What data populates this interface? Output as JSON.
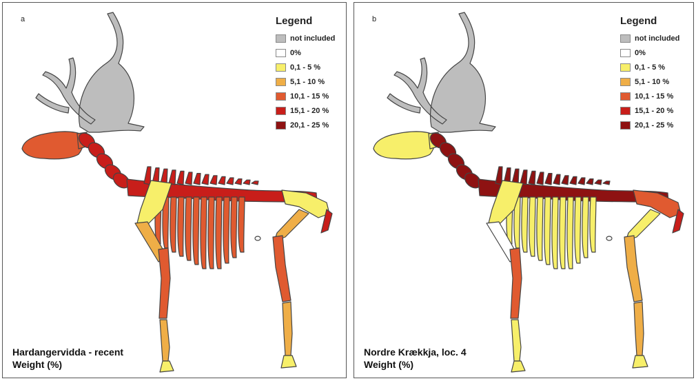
{
  "legend": {
    "title": "Legend",
    "items": [
      {
        "label": "not included",
        "color": "#bdbdbd"
      },
      {
        "label": "0%",
        "color": "#ffffff"
      },
      {
        "label": "0,1 - 5 %",
        "color": "#f7ef6a"
      },
      {
        "label": "5,1 - 10 %",
        "color": "#efae47"
      },
      {
        "label": "10,1 - 15 %",
        "color": "#e05a30"
      },
      {
        "label": "15,1 - 20 %",
        "color": "#c81e1a"
      },
      {
        "label": "20,1 - 25 %",
        "color": "#8e1212"
      }
    ]
  },
  "panels": [
    {
      "letter": "a",
      "caption_line1": "Hardangervidda - recent",
      "caption_line2": "Weight (%)",
      "bone_colors": {
        "antler": "#bdbdbd",
        "skull": "#e05a30",
        "atlas": "#e05a30",
        "neck": "#c81e1a",
        "spine": "#c81e1a",
        "scapula": "#f7ef6a",
        "ribs": "#e05a30",
        "pelvis": "#f7ef6a",
        "humerus": "#efae47",
        "radius": "#e05a30",
        "metacarpal": "#efae47",
        "front_foot": "#f7ef6a",
        "femur": "#efae47",
        "tibia": "#e05a30",
        "metatarsal": "#efae47",
        "hind_foot": "#f7ef6a",
        "sternum": "#ffffff",
        "tail": "#c81e1a"
      }
    },
    {
      "letter": "b",
      "caption_line1": "Nordre Krækkja, loc. 4",
      "caption_line2": "Weight (%)",
      "bone_colors": {
        "antler": "#bdbdbd",
        "skull": "#f7ef6a",
        "atlas": "#f7ef6a",
        "neck": "#8e1212",
        "spine": "#8e1212",
        "scapula": "#f7ef6a",
        "ribs": "#f7ef6a",
        "pelvis": "#e05a30",
        "humerus": "#ffffff",
        "radius": "#e05a30",
        "metacarpal": "#f7ef6a",
        "front_foot": "#f7ef6a",
        "femur": "#f7ef6a",
        "tibia": "#efae47",
        "metatarsal": "#efae47",
        "hind_foot": "#f7ef6a",
        "sternum": "#ffffff",
        "tail": "#c81e1a"
      }
    }
  ]
}
